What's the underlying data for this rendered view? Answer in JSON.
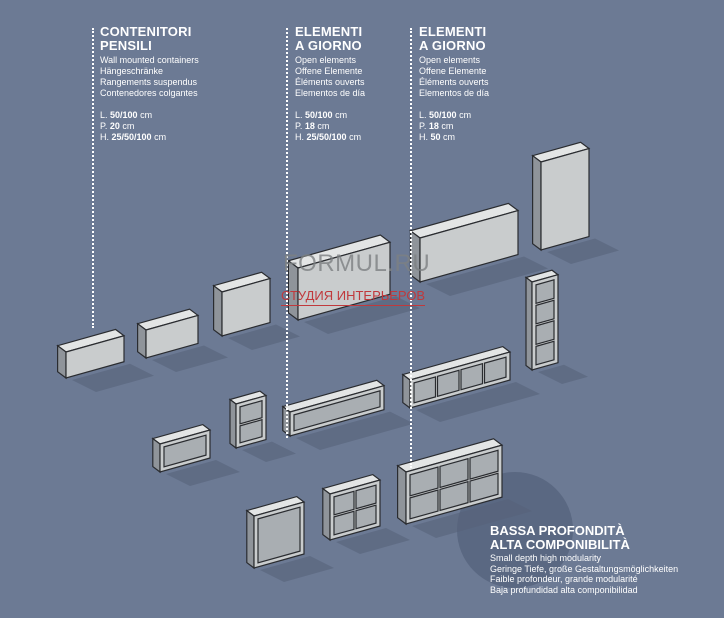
{
  "columns": [
    {
      "title_lines": [
        "CONTENITORI",
        "PENSILI"
      ],
      "subtitles": [
        "Wall mounted containers",
        "Hängeschränke",
        "Rangements suspendus",
        "Contenedores colgantes"
      ],
      "dims": [
        {
          "label": "L.",
          "value": "50/100",
          "unit": "cm"
        },
        {
          "label": "P.",
          "value": "20",
          "unit": "cm"
        },
        {
          "label": "H.",
          "value": "25/50/100",
          "unit": "cm"
        }
      ]
    },
    {
      "title_lines": [
        "ELEMENTI",
        "A GIORNO"
      ],
      "subtitles": [
        "Open elements",
        "Offene Elemente",
        "Éléments ouverts",
        "Elementos de día"
      ],
      "dims": [
        {
          "label": "L.",
          "value": "50/100",
          "unit": "cm"
        },
        {
          "label": "P.",
          "value": "18",
          "unit": "cm"
        },
        {
          "label": "H.",
          "value": "25/50/100",
          "unit": "cm"
        }
      ]
    },
    {
      "title_lines": [
        "ELEMENTI",
        "A GIORNO"
      ],
      "subtitles": [
        "Open elements",
        "Offene Elemente",
        "Éléments ouverts",
        "Elementos de día"
      ],
      "dims": [
        {
          "label": "L.",
          "value": "50/100",
          "unit": "cm"
        },
        {
          "label": "P.",
          "value": "18",
          "unit": "cm"
        },
        {
          "label": "H.",
          "value": "50",
          "unit": "cm"
        }
      ]
    }
  ],
  "watermark": {
    "line1": "FORMUL.RU",
    "line2": "СТУДИЯ ИНТЕРЬЕРОВ"
  },
  "bottom": {
    "title_lines": [
      "BASSA PROFONDITÀ",
      "ALTA COMPONIBILITÀ"
    ],
    "subtitles": [
      "Small depth high modularity",
      "Geringe Tiefe, große Gestaltungsmöglichkeiten",
      "Faible profondeur, grande modularité",
      "Baja profundidad alta componibilidad"
    ]
  },
  "colors": {
    "background": "#6c7a94",
    "front": "#c9cccd",
    "top": "#e3e5e5",
    "side": "#8f949a",
    "inner": "#a9aeb2",
    "outline": "#2a2c30"
  }
}
